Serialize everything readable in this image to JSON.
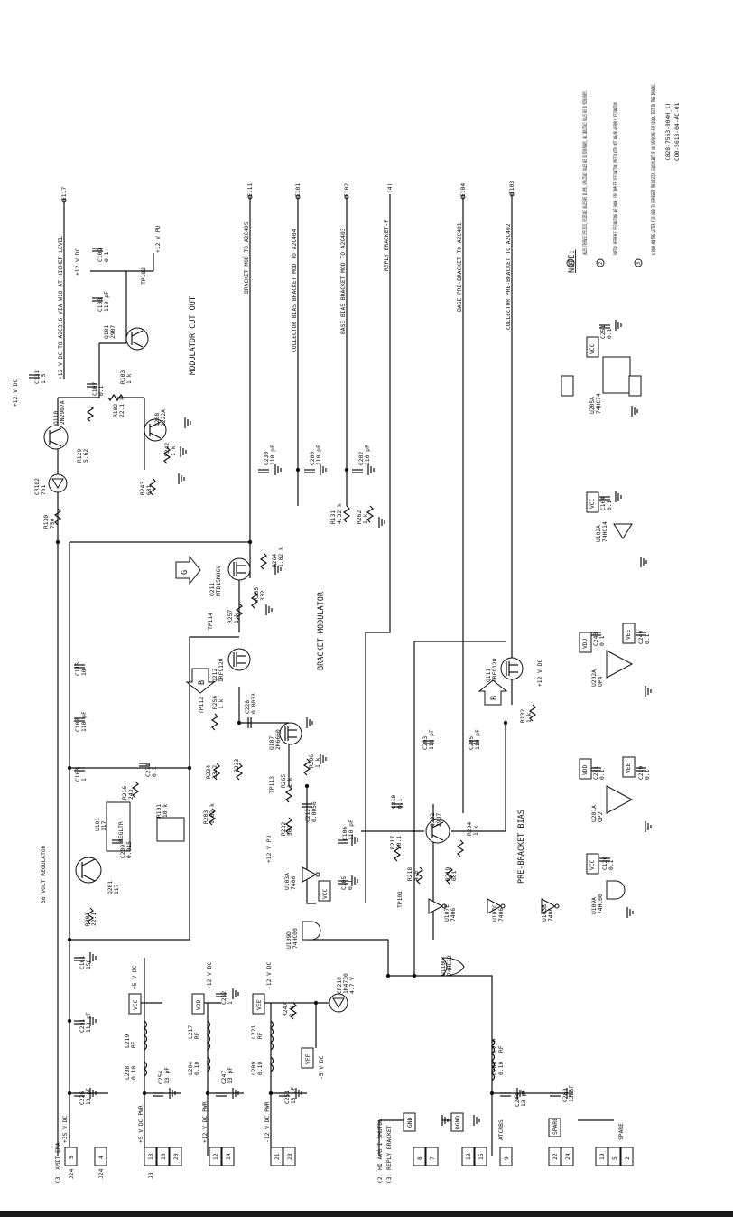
{
  "titles": {
    "modulator_cut_out": "MODULATOR CUT OUT",
    "bracket_modulator": "BRACKET MODULATOR",
    "pre_bracket_bias": "PRE-BRACKET BIAS",
    "volt_regulator": "30 VOLT REGULATOR"
  },
  "notes": {
    "heading": "NOTE:",
    "n1": "UNLESS OTHERWISE SPECIFIED, RESISTANCE VALUES ARE IN OHMS, CAPACITANCE VALUES ARE IN MICROFARADS, AND INDUCTANCE VALUES ARE IN MICROHENRYS.",
    "n2": "PARTIAL REFERENCE DESIGNATIONS ARE SHOWN; FOR COMPLETE DESIGNATION, PREFIX WITH UNIT AND/OR ASSEMBLY DESIGNATION.",
    "n3": "A DASH AND THE LETTER F IS USED TO REPRESENT THE DIGITAL EQUIVALENT OF AN OVERSCORE FOR SIGNAL TEXT IN THIS DRAWING.",
    "doc_number": "(828-7563-004H_1)",
    "drawing_id": "CO0-5613-04-AC-01",
    "num1": "1",
    "num2": "2",
    "num3": "3"
  },
  "signals": {
    "e117": "+12 V DC TO A2C316 VIA W10 AT HIGHER LEVEL",
    "e117_tag": "E117",
    "e111": "BRACKET MOD TO A2C405",
    "e111_tag": "E111",
    "e101": "COLLECTOR BIAS BRACKET MOD TO A2C404",
    "e101_tag": "E101",
    "e102": "BASE BIAS BRACKET MOD TO A2C403",
    "e102_tag": "E102",
    "reply": "REPLY BRACKET-F",
    "reply_tag": "(4)",
    "e104": "BASE PRE-BRACKET TO A2C401",
    "e104_tag": "E104",
    "e103": "COLLECTOR PRE-BRACKET TO A2C402",
    "e103_tag": "E103"
  },
  "components": {
    "c109": "C109\n0.1",
    "plus12vpu_top": "+12 V PU",
    "tp102": "TP102",
    "plus12v_top": "+12 V DC",
    "c108": "C108\n110 pF",
    "q101": "Q101\n2907",
    "plus12v_c131": "+12 V DC",
    "c131": "C131\n1.5",
    "q110": "Q110\n2N2907A",
    "c107": "C107\n0.1",
    "r103": "R103\n1 k",
    "r102": "R102\n22.1 k",
    "q208": "Q208\n2222A",
    "r129": "R129\n5.62",
    "r242": "R242\n1 k",
    "cr102": "CR102\n701",
    "r243": "R243\n681",
    "r130": "R130\n750",
    "c230": "C230\n110 pF",
    "c200": "C200\n110 pF",
    "c202": "C202\n110 pF",
    "r131": "R131\n4.32 k",
    "r262": "R262\n1 k",
    "r264": "R264\n1.82 k",
    "q211": "Q211\nMTD15N06V",
    "g_label": "G",
    "r255": "R255\n332",
    "r257": "R257\n1 k",
    "tp114": "TP114",
    "q212": "Q212\nIRF9120",
    "c115": "C115\n10",
    "c102": "C102\n110 pF",
    "tp112": "TP112",
    "b_label": "B",
    "r256": "R256\n1 k",
    "c228": "C228\n0.0033",
    "q107": "Q107\n2N6660",
    "c103": "C103\n1",
    "r216": "R216\n243",
    "c211": "C211\n0.1",
    "r234": "R234\n33.2",
    "r233": "R233",
    "r206": "R206\n1 k",
    "u101": "U101\n117",
    "regltr": "REGLTR",
    "r101": "R101\n10 k",
    "r203": "R203\n1.82 k",
    "r265": "R265\n1 k",
    "tp113": "TP113",
    "c212": "C212\n0.0056",
    "c209": "C209\n0.015",
    "r232": "R232\n562",
    "c106": "C106\n110 pF",
    "q201": "Q201\n117",
    "plus12vpu_mid": "+12 V PU",
    "u103a": "U103A\n7406",
    "c105": "C105\n0.1",
    "vcc_mid": "VCC",
    "r201": "R201\n22.1",
    "u109d": "U109D\n74HC00",
    "c101": "C101\n150",
    "c201": "C201\n110 pF",
    "c226": "C226\n13 pF",
    "plus35v": "+35 V DC",
    "vcc_left": "VCC",
    "plus5v": "+5 V DC",
    "l219": "L219\nRF",
    "l208": "L208\n0.10",
    "c254": "C254\n13 pF",
    "vdd_left": "VDD",
    "plus12v_l217": "+12 V DC",
    "c252": "C252\n1",
    "l217": "L217\nRF",
    "l204": "L204\n0.10",
    "c247": "C247\n13 pF",
    "vee_left": "VEE",
    "minus12v": "-12 V DC",
    "l221": "L221\nRF",
    "l209": "L209\n0.10",
    "c251_l": "C251\n13 pF",
    "r247": "R247\n1 k",
    "vff": "VFF",
    "cr210": "CR210\n1N4730\n4.7 V",
    "minus5v": "-5 V DC",
    "c210": "C210\n0.1",
    "r217": "R217\n20.1",
    "q202": "Q202\n2907",
    "r204": "R204\n1 k",
    "c203": "C203\n110 pF",
    "c205": "C205\n110 pF",
    "r219": "R219\n681",
    "r218": "R218\n475",
    "tp101": "TP101",
    "u107e": "U107E\n7406",
    "u107c": "U107C\n7406",
    "u103b": "U103B\n7406",
    "u110d": "U110D\n74HC32",
    "l210": "L210\nRF",
    "l206": "L206\n0.10",
    "c244": "C244\n13 pF",
    "c260": "C260\n13 pF",
    "atcrbs": "ATCRBS",
    "q111": "Q111\nIRF9120",
    "r132": "R132\n1 k",
    "plus12v_r132": "+12 V DC",
    "b_label2": "B",
    "c251": "C251\n0.1",
    "vcc_u205": "VCC",
    "u205a": "U205A\n74HC74",
    "c104": "C104\n0.1",
    "vcc_u102": "VCC",
    "u102a": "U102A\n74HC14",
    "vdd_u202": "VDD",
    "c243": "C243\n0.1",
    "vee_u202": "VEE",
    "c249": "C249\n0.1",
    "u202a": "U202A\nOP4",
    "vdd_u201": "VDD",
    "c221": "C221\n0.1",
    "vee_u201": "VEE",
    "c219": "C219\n0.1",
    "u201a": "U201A\nOP2",
    "vcc_u109": "VCC",
    "c120": "C120\n0.1",
    "u109a": "U109A\n74HC00"
  },
  "connectors": {
    "xmit_ena": "(3) XMIT ENA",
    "j24_5": "5",
    "j24_4": "4",
    "j24_tag1": "J24",
    "j24_tag2": "J24",
    "plus5vpwr": "+5 V DC PWR",
    "j8_18": "18",
    "j8_16": "16",
    "j8_20": "20",
    "plus12vpwr": "+12 V DC PWR",
    "j8_12": "12",
    "j8_14": "14",
    "minus12vpwr": "-12 V DC PWR",
    "j8_21": "21",
    "j8_23": "23",
    "hi_avg": "(2) HI AVG I SHUTDN",
    "reply_bracket": "(3) REPLY BRACKET",
    "gnd": "GND",
    "j8_8": "8",
    "j8_7": "7",
    "dgnd": "DGND",
    "j8_13": "13",
    "j8_15": "15",
    "j8_9": "9",
    "spare": "SPARE",
    "j8_22": "22",
    "j8_24": "24",
    "spare2": "SPARE",
    "j8_19": "19",
    "j8_5": "5",
    "j24_2": "2",
    "j8_tag": "J8"
  }
}
